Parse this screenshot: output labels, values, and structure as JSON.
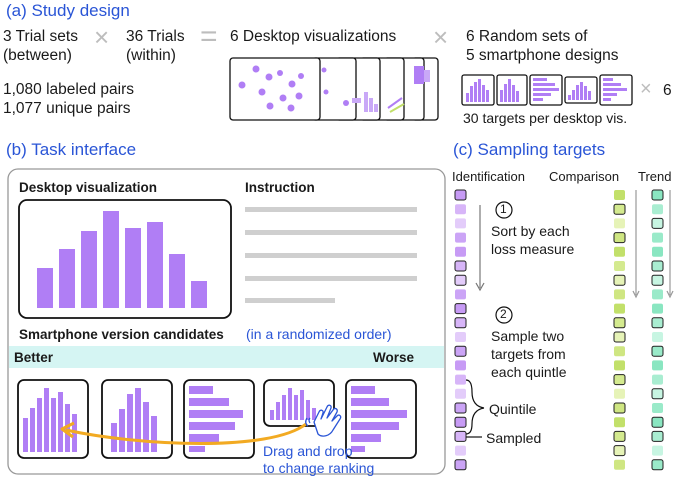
{
  "section_a": {
    "title": "(a) Study design",
    "trial_sets": [
      "3 Trial sets",
      "(between)"
    ],
    "trials": [
      "36 Trials",
      "(within)"
    ],
    "desktop": "6 Desktop visualizations",
    "random_sets": [
      "6 Random sets of",
      "5 smartphone designs"
    ],
    "labeled_pairs": "1,080 labeled pairs",
    "unique_pairs": "1,077 unique pairs",
    "times": "×",
    "equals": "=",
    "multiplier": "6",
    "targets": "30 targets per desktop vis."
  },
  "section_b": {
    "title": "(b) Task interface",
    "desktop_label": "Desktop visualization",
    "instruction_label": "Instruction",
    "candidates_label": "Smartphone version candidates",
    "randomized_note": "(in a randomized order)",
    "better": "Better",
    "worse": "Worse",
    "drag_note": [
      "Drag and drop",
      "to change ranking"
    ]
  },
  "section_c": {
    "title": "(c) Sampling targets",
    "columns": [
      "Identification",
      "Comparison",
      "Trend"
    ],
    "step1_num": "1",
    "step1": [
      "Sort by each",
      "loss measure"
    ],
    "step2_num": "2",
    "step2": [
      "Sample two",
      "targets from",
      "each quintle"
    ],
    "quintile": "Quintile",
    "sampled": "Sampled"
  },
  "colors": {
    "accent_blue": "#2a55d6",
    "purple": "#b07ef5",
    "light_purple": "#e3ccfa",
    "green": "#c2e06a",
    "teal": "#8ae6c1",
    "cyan_band": "#d5f5f3",
    "orange_arrow": "#f2aa22"
  }
}
